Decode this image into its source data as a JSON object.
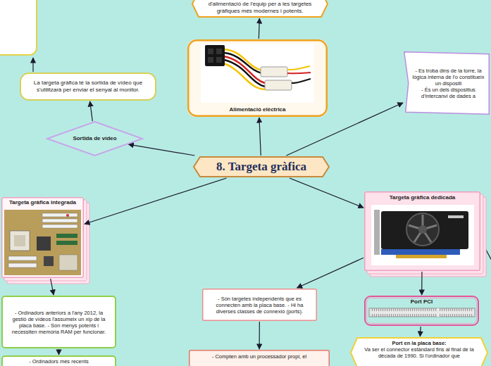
{
  "diagram": {
    "nodes": [
      {
        "text": [
          "d'alimentació de l'equip per a les targetes gràfiques més modernes i potents."
        ]
      },
      {
        "text": [
          "Alimentació elèctrica"
        ]
      },
      {
        "text": [
          "La targeta gràfica té la sortida de vídeo que s'utilitzarà per enviar el senyal al monitor."
        ]
      },
      {
        "text": [
          "- Es troba dins de la torre, la lògica interna de l'o constitueix un dispositi",
          "- És un dels dispositius d'intercanvi de dades a"
        ]
      },
      {
        "text": [
          "Sortida de vídeo"
        ]
      },
      {
        "text": [
          "8. Targeta gràfica"
        ]
      },
      {
        "text": [
          "Targeta gràfica integrada"
        ]
      },
      {
        "text": [
          "Targeta gràfica dedicada"
        ]
      },
      {
        "text": [
          "Port PCI"
        ]
      },
      {
        "text": [
          "- Ordinadors anteriors a l'any 2012, la gestió de vídeos l'assumeix un xip de la placa base. - Són menys potents i necessiten memòria RAM per funcionar."
        ]
      },
      {
        "text": [
          "- Són targetes independents que es connecten amb la placa base. - Hi ha diverses classes de connexió (ports)."
        ]
      },
      {
        "text": [
          "Port en la placa base:",
          "Va ser el connector estàndard fins al final de la dècada de 1990. Si l'ordinador que"
        ]
      },
      {
        "text": [
          "- Ordinadors més recents"
        ]
      },
      {
        "text": [
          "- Compten amb un processador propi, el"
        ]
      }
    ],
    "edges": [
      {
        "from": 5,
        "to": 1,
        "arrow": "to"
      },
      {
        "from": 1,
        "to": 0,
        "arrow": "to"
      },
      {
        "from": 5,
        "to": 4,
        "arrow": "to"
      },
      {
        "from": 4,
        "to": 2,
        "arrow": "to"
      },
      {
        "from": 5,
        "to": 3,
        "arrow": "to"
      },
      {
        "from": 5,
        "to": 6,
        "arrow": "to"
      },
      {
        "from": 6,
        "to": 9,
        "arrow": "to"
      },
      {
        "from": 9,
        "to": 12,
        "arrow": "to"
      },
      {
        "from": 5,
        "to": 7,
        "arrow": "to"
      },
      {
        "from": 7,
        "to": 10,
        "arrow": "to"
      },
      {
        "from": 10,
        "to": 13,
        "arrow": "to"
      },
      {
        "from": 7,
        "to": 8,
        "arrow": "to"
      },
      {
        "from": 8,
        "to": 11,
        "arrow": "to"
      }
    ]
  }
}
